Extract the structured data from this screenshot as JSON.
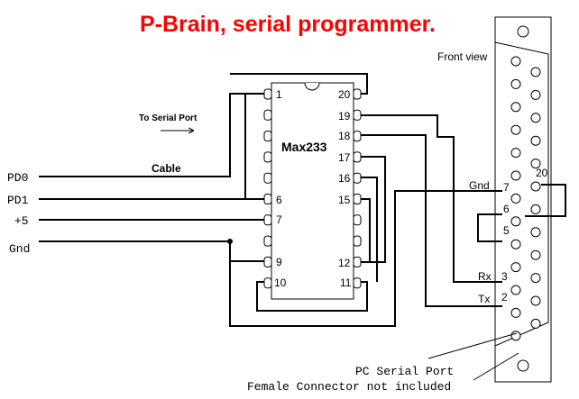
{
  "title": "P-Brain, serial programmer.",
  "title_color": "#ff0000",
  "front_view_label": "Front view",
  "to_serial_port_label": "To Serial Port",
  "cable_label": "Cable",
  "chip": {
    "name": "Max233",
    "pin_labels": {
      "p1": "1",
      "p6": "6",
      "p7": "7",
      "p9": "9",
      "p10": "10",
      "p20": "20",
      "p19": "19",
      "p18": "18",
      "p17": "17",
      "p16": "16",
      "p15": "15",
      "p12": "12",
      "p11": "11"
    }
  },
  "signals": {
    "pd0": "PD0",
    "pd1": "PD1",
    "plus5": "+5",
    "gnd": "Gnd"
  },
  "connector": {
    "gnd_label": "Gnd",
    "rx_label": "Rx",
    "tx_label": "Tx",
    "pin_labels": {
      "p7": "7",
      "p6": "6",
      "p5": "5",
      "p3": "3",
      "p2": "2",
      "p20": "20"
    }
  },
  "footer": {
    "line1": "PC Serial Port",
    "line2": "Female Connector not included"
  }
}
